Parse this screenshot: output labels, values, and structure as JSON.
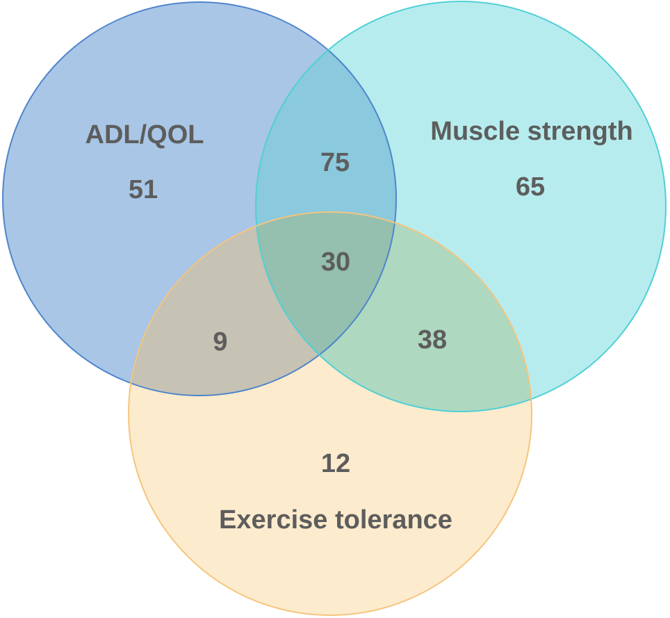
{
  "chart_data": {
    "type": "venn",
    "title": "",
    "sets": [
      {
        "label": "ADL/QOL",
        "only_count": 51
      },
      {
        "label": "Muscle strength",
        "only_count": 65
      },
      {
        "label": "Exercise tolerance",
        "only_count": 12
      }
    ],
    "overlaps": [
      {
        "between": [
          "ADL/QOL",
          "Muscle strength"
        ],
        "count": 75
      },
      {
        "between": [
          "ADL/QOL",
          "Exercise tolerance"
        ],
        "count": 9
      },
      {
        "between": [
          "Muscle strength",
          "Exercise tolerance"
        ],
        "count": 38
      },
      {
        "between": [
          "ADL/QOL",
          "Muscle strength",
          "Exercise tolerance"
        ],
        "count": 30
      }
    ]
  },
  "labels": {
    "set1_name": "ADL/QOL",
    "set1_count": "51",
    "set2_name": "Muscle strength",
    "set2_count": "65",
    "set3_name": "Exercise tolerance",
    "set3_count": "12",
    "overlap_1_2": "75",
    "overlap_1_3": "9",
    "overlap_2_3": "38",
    "overlap_1_2_3": "30"
  },
  "colors": {
    "set1_fill": "#a9c6e6",
    "set1_stroke": "#4e85cb",
    "set2_fill": "#b7ecee",
    "set2_stroke": "#4fd0d6",
    "set3_fill": "#fdebcd",
    "set3_stroke": "#f5c57e",
    "overlap_1_2_fill": "#8ac9de",
    "overlap_1_3_fill": "#c6c2b4",
    "overlap_2_3_fill": "#aed8c0",
    "overlap_1_2_3_fill": "#95bfae",
    "text": "#5d5d5d"
  }
}
